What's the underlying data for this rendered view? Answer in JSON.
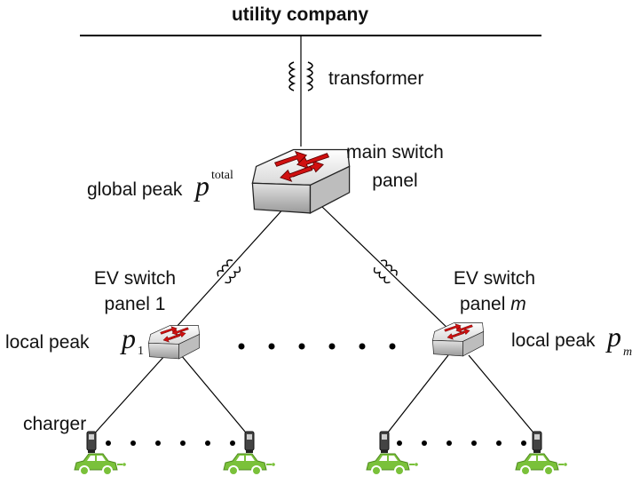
{
  "title": "utility company",
  "transformer_label": "transformer",
  "main_panel": {
    "line1": "main switch",
    "line2": "panel"
  },
  "global_peak": {
    "text": "global peak",
    "symbol": "p",
    "superscript": "total"
  },
  "ev_panel_1": {
    "line1": "EV switch",
    "line2": "panel 1"
  },
  "ev_panel_m": {
    "line1": "EV switch",
    "line2_text": "panel",
    "line2_italic": "m"
  },
  "local_peak_1": {
    "text": "local peak",
    "symbol": "p",
    "subscript": "1"
  },
  "local_peak_m": {
    "text": "local peak",
    "symbol": "p",
    "subscript": "m"
  },
  "charger_label": "charger",
  "colors": {
    "switch_body": "#e6e6e6",
    "arrow": "#d01010",
    "car": "#7ac13a",
    "line": "#000000"
  }
}
